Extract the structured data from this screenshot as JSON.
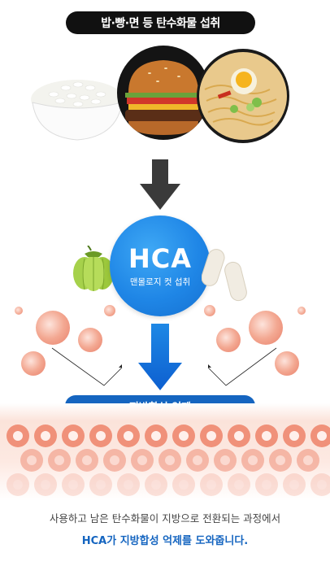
{
  "header": {
    "title": "밥·빵·면 등 탄수화물 섭취"
  },
  "foods": [
    {
      "name": "rice-bowl-photo"
    },
    {
      "name": "hamburger-photo"
    },
    {
      "name": "ramen-photo"
    }
  ],
  "hca": {
    "title": "HCA",
    "subtitle": "맨몰로지 컷 섭취"
  },
  "result_label": "지방합성 억제",
  "footer": {
    "line1": "사용하고 남은 탄수화물이 지방으로 전환되는 과정에서",
    "line2": "HCA가 지방합성 억제를 도와줍니다."
  },
  "colors": {
    "accent_blue": "#1565c0",
    "hca_blue": "#1f86e6",
    "fat_orange": "#ef8c74",
    "dark_pill": "#111111"
  }
}
